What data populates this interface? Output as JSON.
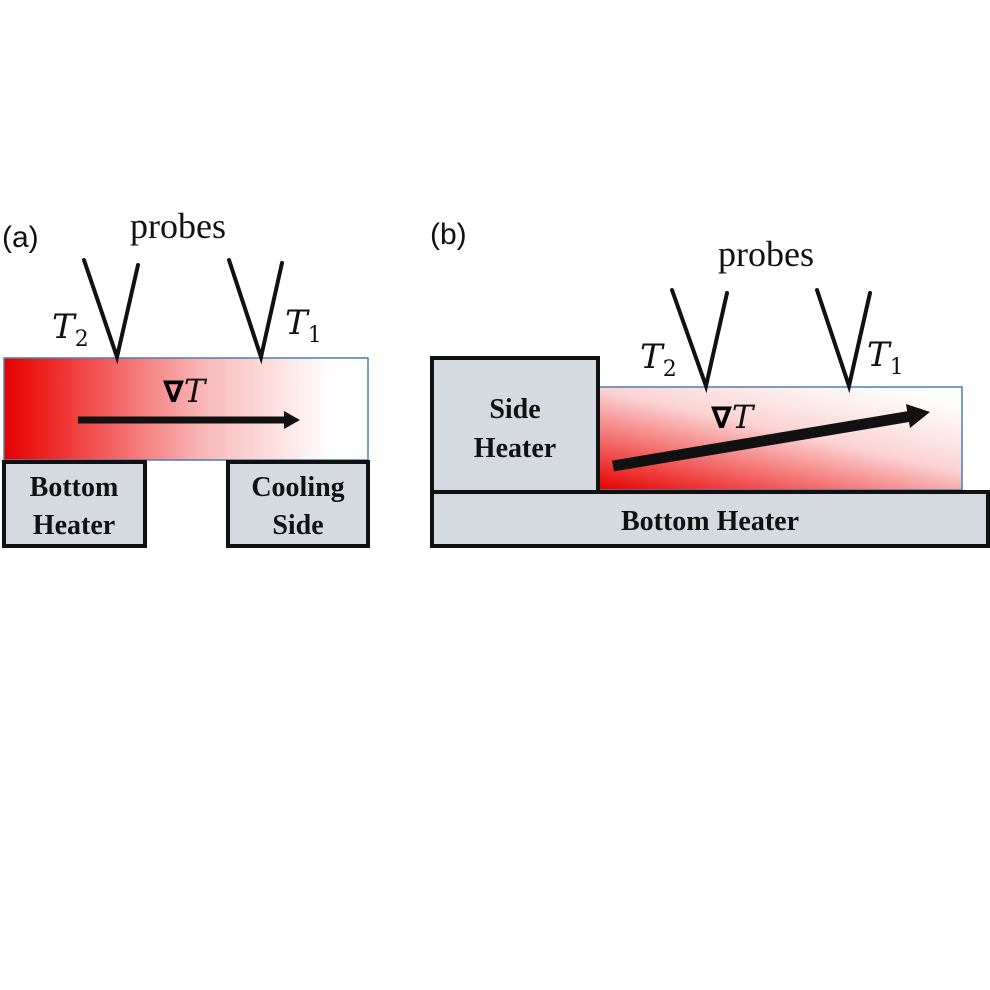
{
  "panel_a": {
    "label": "(a)",
    "probes_label": "probes",
    "t2": {
      "symbol": "T",
      "sub": "2"
    },
    "t1": {
      "symbol": "T",
      "sub": "1"
    },
    "gradient_label": {
      "nabla": "∇",
      "symbol": "T"
    },
    "left_block": {
      "line1": "Bottom",
      "line2": "Heater"
    },
    "right_block": {
      "line1": "Cooling",
      "line2": "Side"
    }
  },
  "panel_b": {
    "label": "(b)",
    "probes_label": "probes",
    "t2": {
      "symbol": "T",
      "sub": "2"
    },
    "t1": {
      "symbol": "T",
      "sub": "1"
    },
    "gradient_label": {
      "nabla": "∇",
      "symbol": "T"
    },
    "side_block": {
      "line1": "Side",
      "line2": "Heater"
    },
    "bottom_block": "Bottom Heater"
  },
  "colors": {
    "hot": "#e60000",
    "cold": "#ffffff",
    "heater_fill": "#d5d9e0",
    "outline": "#111111",
    "sample_border": "#4a7fb5"
  }
}
